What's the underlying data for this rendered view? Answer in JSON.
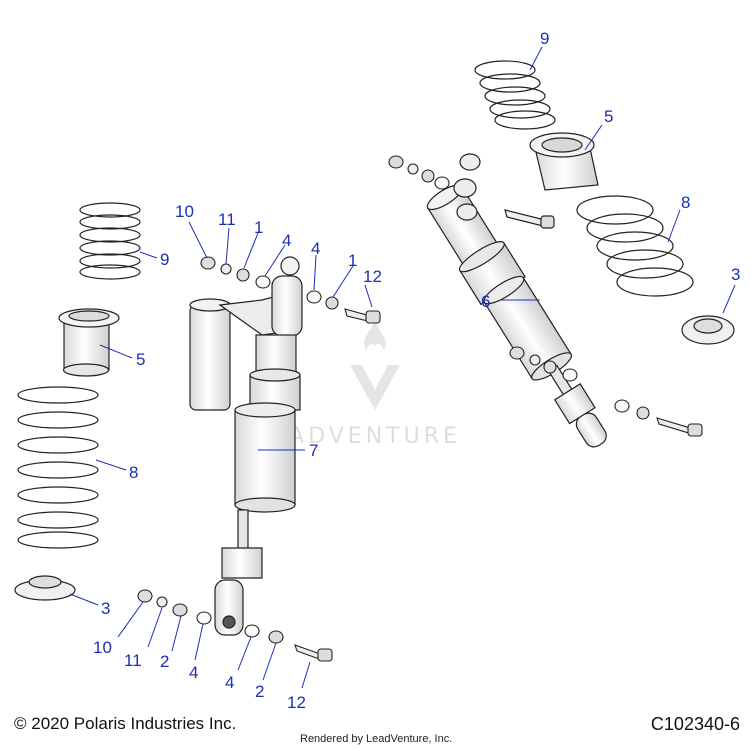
{
  "footer": {
    "copyright": "© 2020 Polaris Industries Inc.",
    "drawing_id": "C102340-6",
    "rendered_by": "Rendered by LeadVenture, Inc."
  },
  "watermark": {
    "text": "LEADVENTURE",
    "icon": "leadventure-logo-icon"
  },
  "callouts": {
    "left_9": "9",
    "left_5": "5",
    "left_8": "8",
    "left_3": "3",
    "left_top_10": "10",
    "left_top_11": "11",
    "left_top_1a": "1",
    "left_top_4a": "4",
    "left_top_4b": "4",
    "left_top_1b": "1",
    "left_top_12": "12",
    "left_7": "7",
    "left_bot_10": "10",
    "left_bot_11": "11",
    "left_bot_2a": "2",
    "left_bot_4a": "4",
    "left_bot_4b": "4",
    "left_bot_2b": "2",
    "left_bot_12": "12",
    "right_9": "9",
    "right_5": "5",
    "right_8": "8",
    "right_3": "3",
    "right_6": "6"
  },
  "colors": {
    "callout": "#1a2fb8",
    "line": "#222222",
    "fill": "#f2f2f2"
  }
}
